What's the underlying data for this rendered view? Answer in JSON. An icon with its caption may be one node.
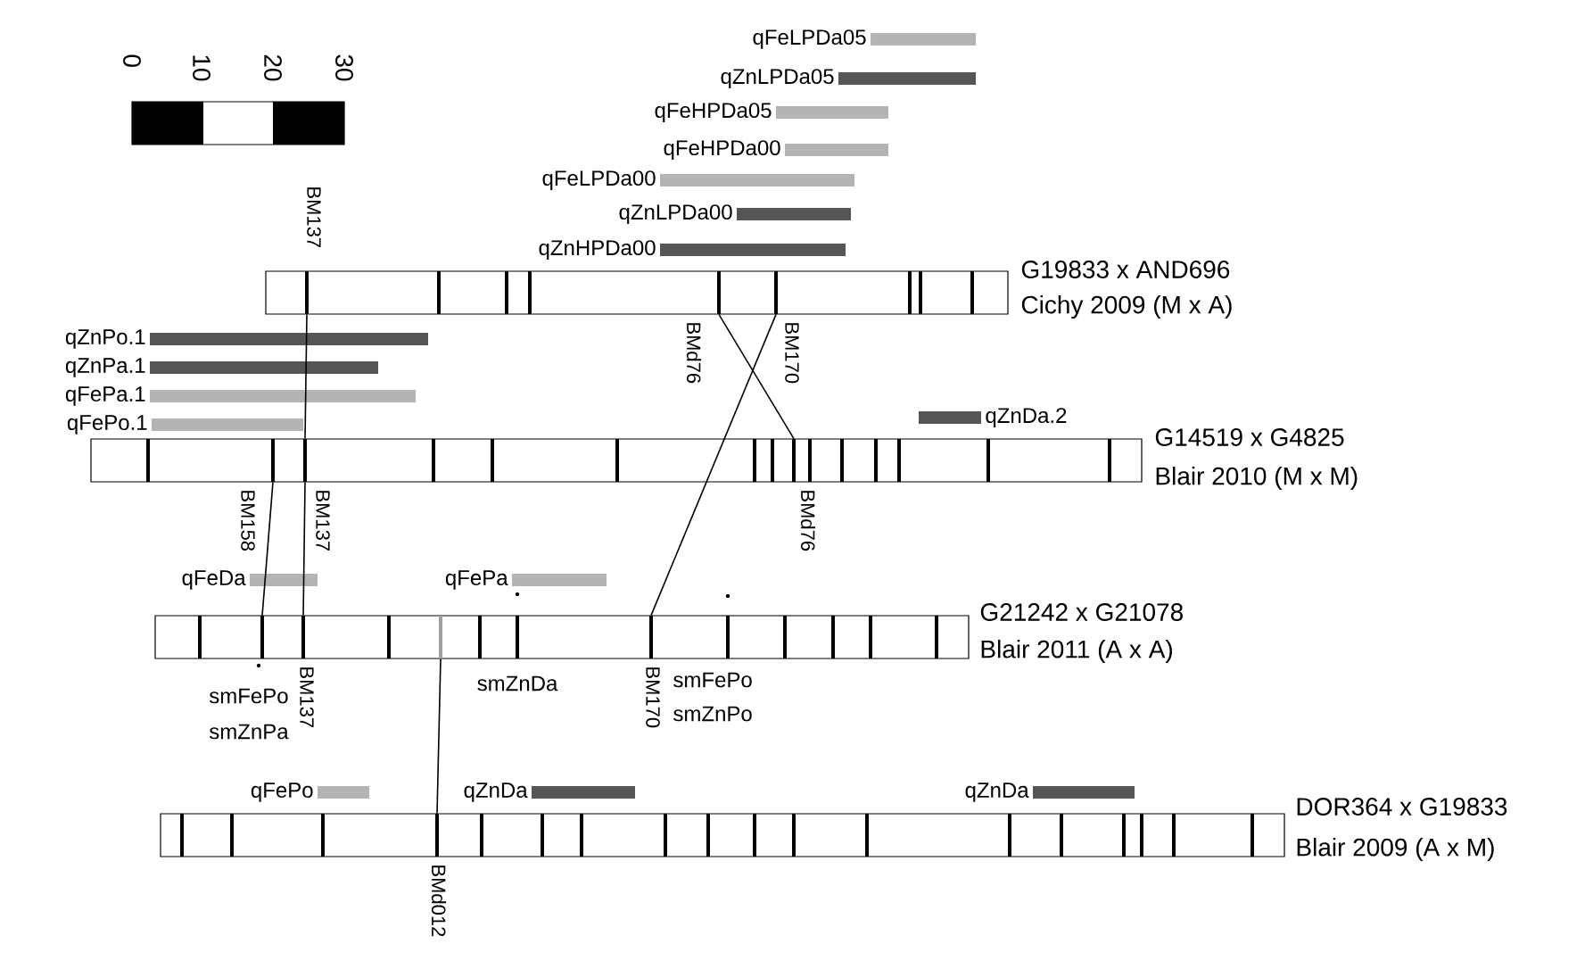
{
  "diagram": {
    "nodes": [
      {
        "text": [
          "qFeLPDa05"
        ]
      },
      {
        "text": [
          "qZnLPDa05"
        ]
      },
      {
        "text": [
          "qFeHPDa05"
        ]
      },
      {
        "text": [
          "qFeHPDa00"
        ]
      },
      {
        "text": [
          "qFeLPDa00"
        ]
      },
      {
        "text": [
          "qZnLPDa00"
        ]
      },
      {
        "text": [
          "qZnHPDa00"
        ]
      },
      {
        "text": [],
        "shape": "bar",
        "beside": [
          "G19833 x AND696",
          "Cichy 2009 (M x A)"
        ]
      },
      {
        "text": [
          "BM137"
        ],
        "in": 7
      },
      {
        "text": [
          "BMd76"
        ],
        "in": 7
      },
      {
        "text": [
          "BM170"
        ],
        "in": 7
      },
      {
        "text": [
          "qZnPo.1"
        ]
      },
      {
        "text": [
          "qZnPa.1"
        ]
      },
      {
        "text": [
          "qFePa.1"
        ]
      },
      {
        "text": [
          "qFePo.1"
        ]
      },
      {
        "text": [
          "qZnDa.2"
        ]
      },
      {
        "text": [],
        "shape": "bar",
        "beside": [
          "G14519 x G4825",
          "Blair 2010 (M x M)"
        ]
      },
      {
        "text": [
          "BM158"
        ],
        "in": 16
      },
      {
        "text": [
          "BM137"
        ],
        "in": 16
      },
      {
        "text": [
          "BMd76"
        ],
        "in": 16
      },
      {
        "text": [
          "qFeDa"
        ]
      },
      {
        "text": [
          "qFePa"
        ]
      },
      {
        "text": [],
        "shape": "bar",
        "beside": [
          "G21242 x G21078",
          "Blair 2011 (A x A)"
        ]
      },
      {
        "text": [
          "smFePo",
          "smZnPa"
        ],
        "in": 22
      },
      {
        "text": [
          "BM137"
        ],
        "in": 22
      },
      {
        "text": [],
        "shape": "bar",
        "in": 22
      },
      {
        "text": [
          "BM170"
        ],
        "in": 22
      },
      {
        "text": [
          "qFePo"
        ]
      },
      {
        "text": [
          "qZnDa"
        ]
      },
      {
        "text": [
          "qZnDa"
        ]
      },
      {
        "text": [],
        "shape": "bar",
        "beside": [
          "DOR364 x G19833",
          "Blair 2009 (A x M)"
        ]
      },
      {
        "text": [
          "BMd012"
        ],
        "in": 30
      }
    ],
    "edges": [
      {
        "from": 8,
        "to": 18,
        "arrow": "none"
      },
      {
        "from": 18,
        "to": 24,
        "arrow": "none"
      },
      {
        "from": 17,
        "to": 23,
        "arrow": "none"
      },
      {
        "from": 9,
        "to": 19,
        "arrow": "none"
      },
      {
        "from": 10,
        "to": 26,
        "arrow": "none"
      },
      {
        "from": 25,
        "to": 31,
        "arrow": "none"
      }
    ],
    "labels": [
      "0",
      "10",
      "20",
      "30",
      "smZnDa",
      "smFePo",
      "smZnPo"
    ]
  }
}
